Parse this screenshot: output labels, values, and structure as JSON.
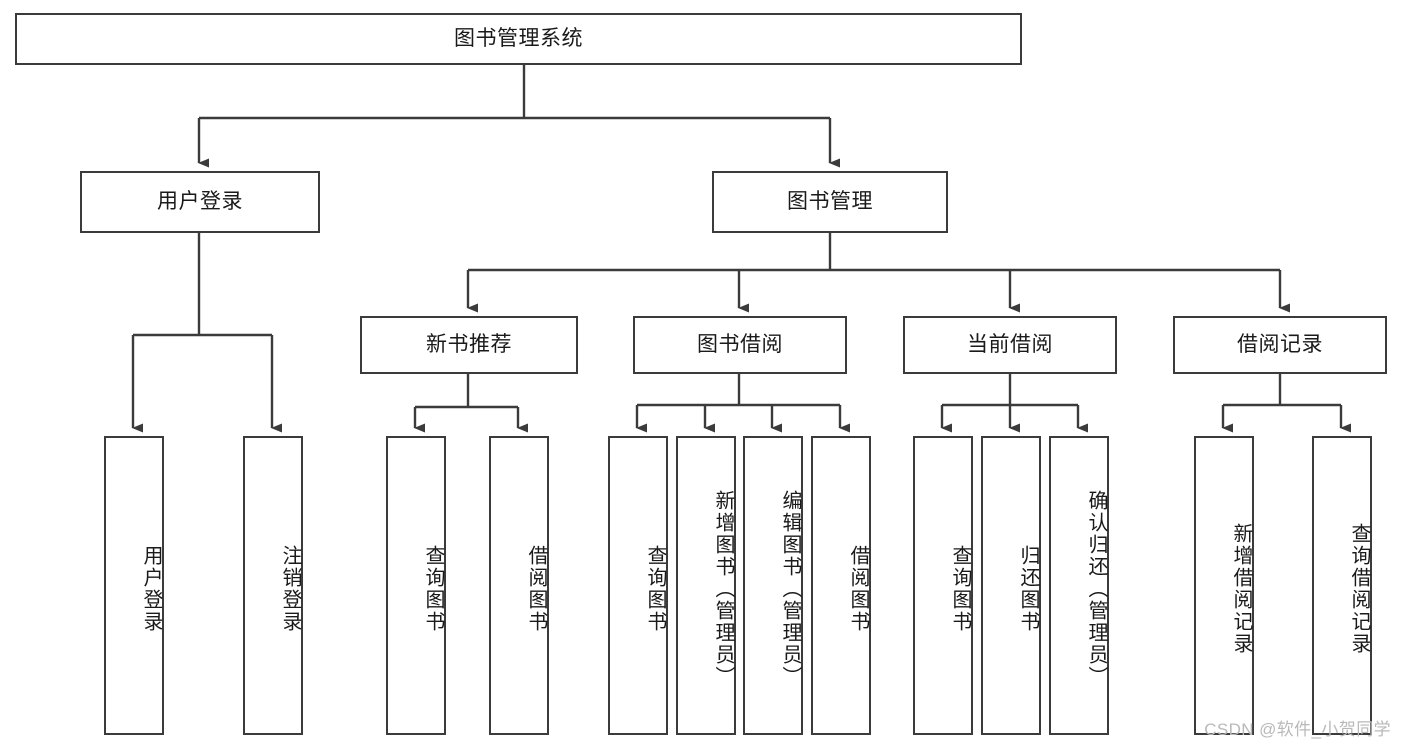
{
  "diagram": {
    "title": "图书管理系统",
    "type": "tree-hierarchy-diagram",
    "watermark": "CSDN @软件_小贺同学",
    "colors": {
      "stroke": "#3b3b3b",
      "fill": "#ffffff",
      "text": "#1a1a1a",
      "watermark": "#b9b9b9"
    },
    "root": {
      "label": "图书管理系统"
    },
    "level2": [
      {
        "label": "用户登录"
      },
      {
        "label": "图书管理"
      }
    ],
    "level3": [
      {
        "label": "新书推荐"
      },
      {
        "label": "图书借阅"
      },
      {
        "label": "当前借阅"
      },
      {
        "label": "借阅记录"
      }
    ],
    "leaves": [
      {
        "label": "用户登录",
        "parent": "用户登录"
      },
      {
        "label": "注销登录",
        "parent": "用户登录"
      },
      {
        "label": "查询图书",
        "parent": "新书推荐"
      },
      {
        "label": "借阅图书",
        "parent": "新书推荐"
      },
      {
        "label": "查询图书",
        "parent": "图书借阅"
      },
      {
        "label": "新增图书（管理员）",
        "parent": "图书借阅"
      },
      {
        "label": "编辑图书（管理员）",
        "parent": "图书借阅"
      },
      {
        "label": "借阅图书",
        "parent": "图书借阅"
      },
      {
        "label": "查询图书",
        "parent": "当前借阅"
      },
      {
        "label": "归还图书",
        "parent": "当前借阅"
      },
      {
        "label": "确认归还（管理员）",
        "parent": "当前借阅"
      },
      {
        "label": "新增借阅记录",
        "parent": "借阅记录"
      },
      {
        "label": "查询借阅记录",
        "parent": "借阅记录"
      }
    ]
  }
}
